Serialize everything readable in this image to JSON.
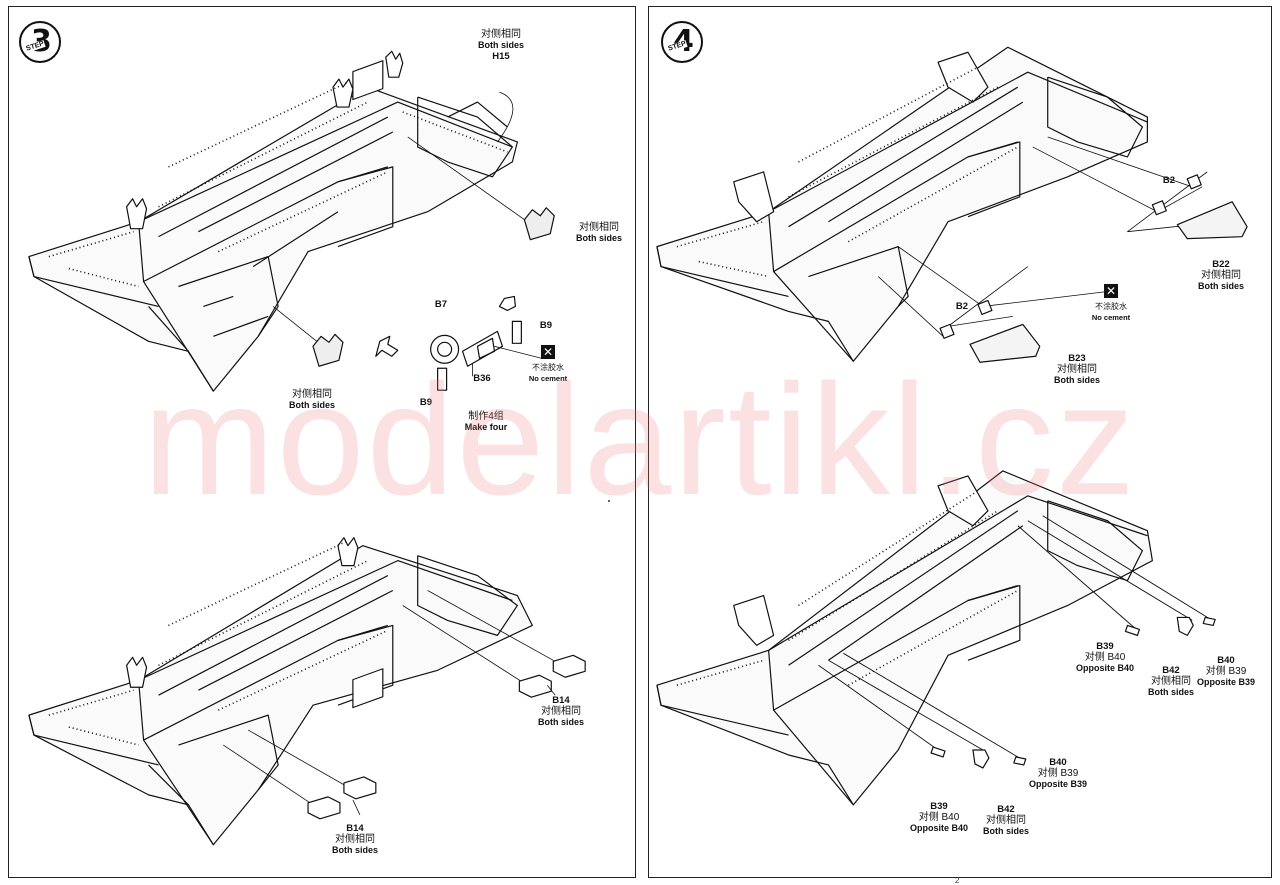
{
  "steps": [
    {
      "number": "3",
      "word": "STEP"
    },
    {
      "number": "4",
      "word": "STEP"
    }
  ],
  "callouts": {
    "h15": {
      "cn": "对侧相同",
      "en": "Both sides",
      "part": "H15"
    },
    "step3_right_mount": {
      "cn": "对侧相同",
      "en": "Both sides"
    },
    "step3_left_mount": {
      "cn": "对侧相同",
      "en": "Both sides"
    },
    "b7": "B7",
    "b9_top": "B9",
    "b9_bottom": "B9",
    "b36": "B36",
    "make_four": {
      "cn": "制作4组",
      "en": "Make four"
    },
    "step3_no_cement": {
      "cn": "不涂胶水",
      "en": "No cement"
    },
    "b14_upper": {
      "part": "B14",
      "cn": "对侧相同",
      "en": "Both sides"
    },
    "b14_lower": {
      "part": "B14",
      "cn": "对侧相同",
      "en": "Both sides"
    },
    "b2_upper": "B2",
    "b2_lower": "B2",
    "b22": {
      "part": "B22",
      "cn": "对侧相同",
      "en": "Both sides"
    },
    "b23": {
      "part": "B23",
      "cn": "对侧相同",
      "en": "Both sides"
    },
    "step4_no_cement": {
      "cn": "不涂胶水",
      "en": "No cement"
    },
    "b39_upper": {
      "part": "B39",
      "cn": "对侧 B40",
      "en": "Opposite B40"
    },
    "b40_upper": {
      "part": "B40",
      "cn": "对侧 B39",
      "en": "Opposite B39"
    },
    "b42_upper": {
      "part": "B42",
      "cn": "对侧相同",
      "en": "Both sides"
    },
    "b40_lower": {
      "part": "B40",
      "cn": "对侧 B39",
      "en": "Opposite B39"
    },
    "b39_lower": {
      "part": "B39",
      "cn": "对侧 B40",
      "en": "Opposite B40"
    },
    "b42_lower": {
      "part": "B42",
      "cn": "对侧相同",
      "en": "Both sides"
    }
  },
  "watermark": "modelartikl.cz",
  "page_number": "2",
  "icons": {
    "no_cement": "x-box-icon",
    "arrow": "hollow-arrow-icon"
  }
}
